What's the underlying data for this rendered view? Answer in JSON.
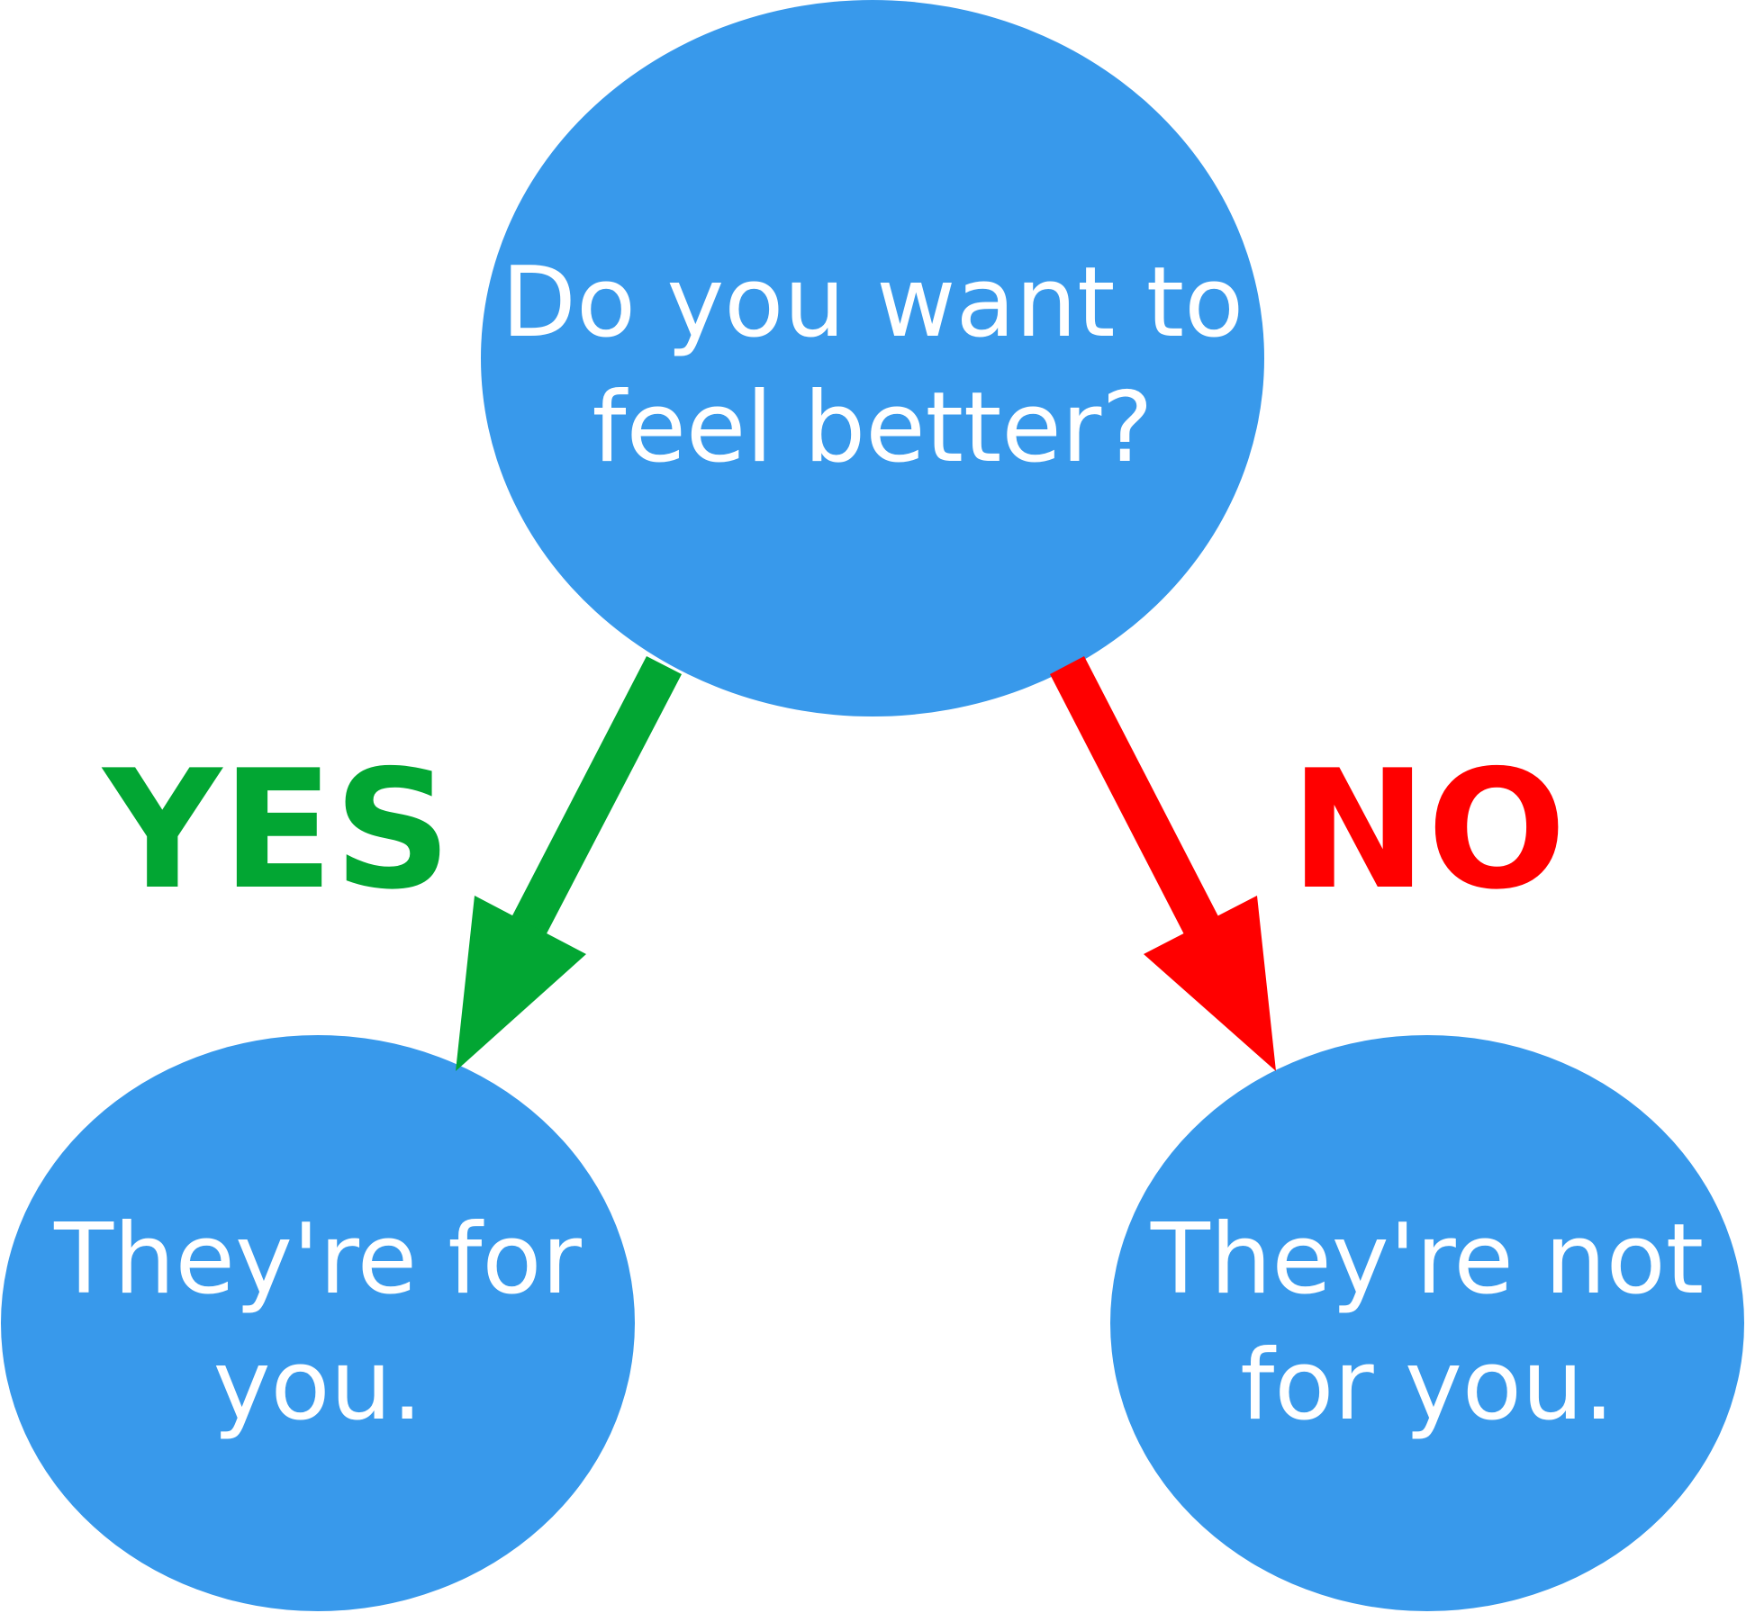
{
  "colors": {
    "node_fill": "#3899EB",
    "node_text": "#FFFFFF",
    "yes": "#02A633",
    "no": "#FF0000",
    "background": "#FFFFFF"
  },
  "nodes": {
    "question": {
      "lines": [
        "Do you want to",
        "feel better?"
      ]
    },
    "yes_outcome": {
      "lines": [
        "They're for",
        "you."
      ]
    },
    "no_outcome": {
      "lines": [
        "They're not",
        "for you."
      ]
    }
  },
  "edges": {
    "yes": {
      "label": "YES",
      "from": "question",
      "to": "yes_outcome"
    },
    "no": {
      "label": "NO",
      "from": "question",
      "to": "no_outcome"
    }
  }
}
